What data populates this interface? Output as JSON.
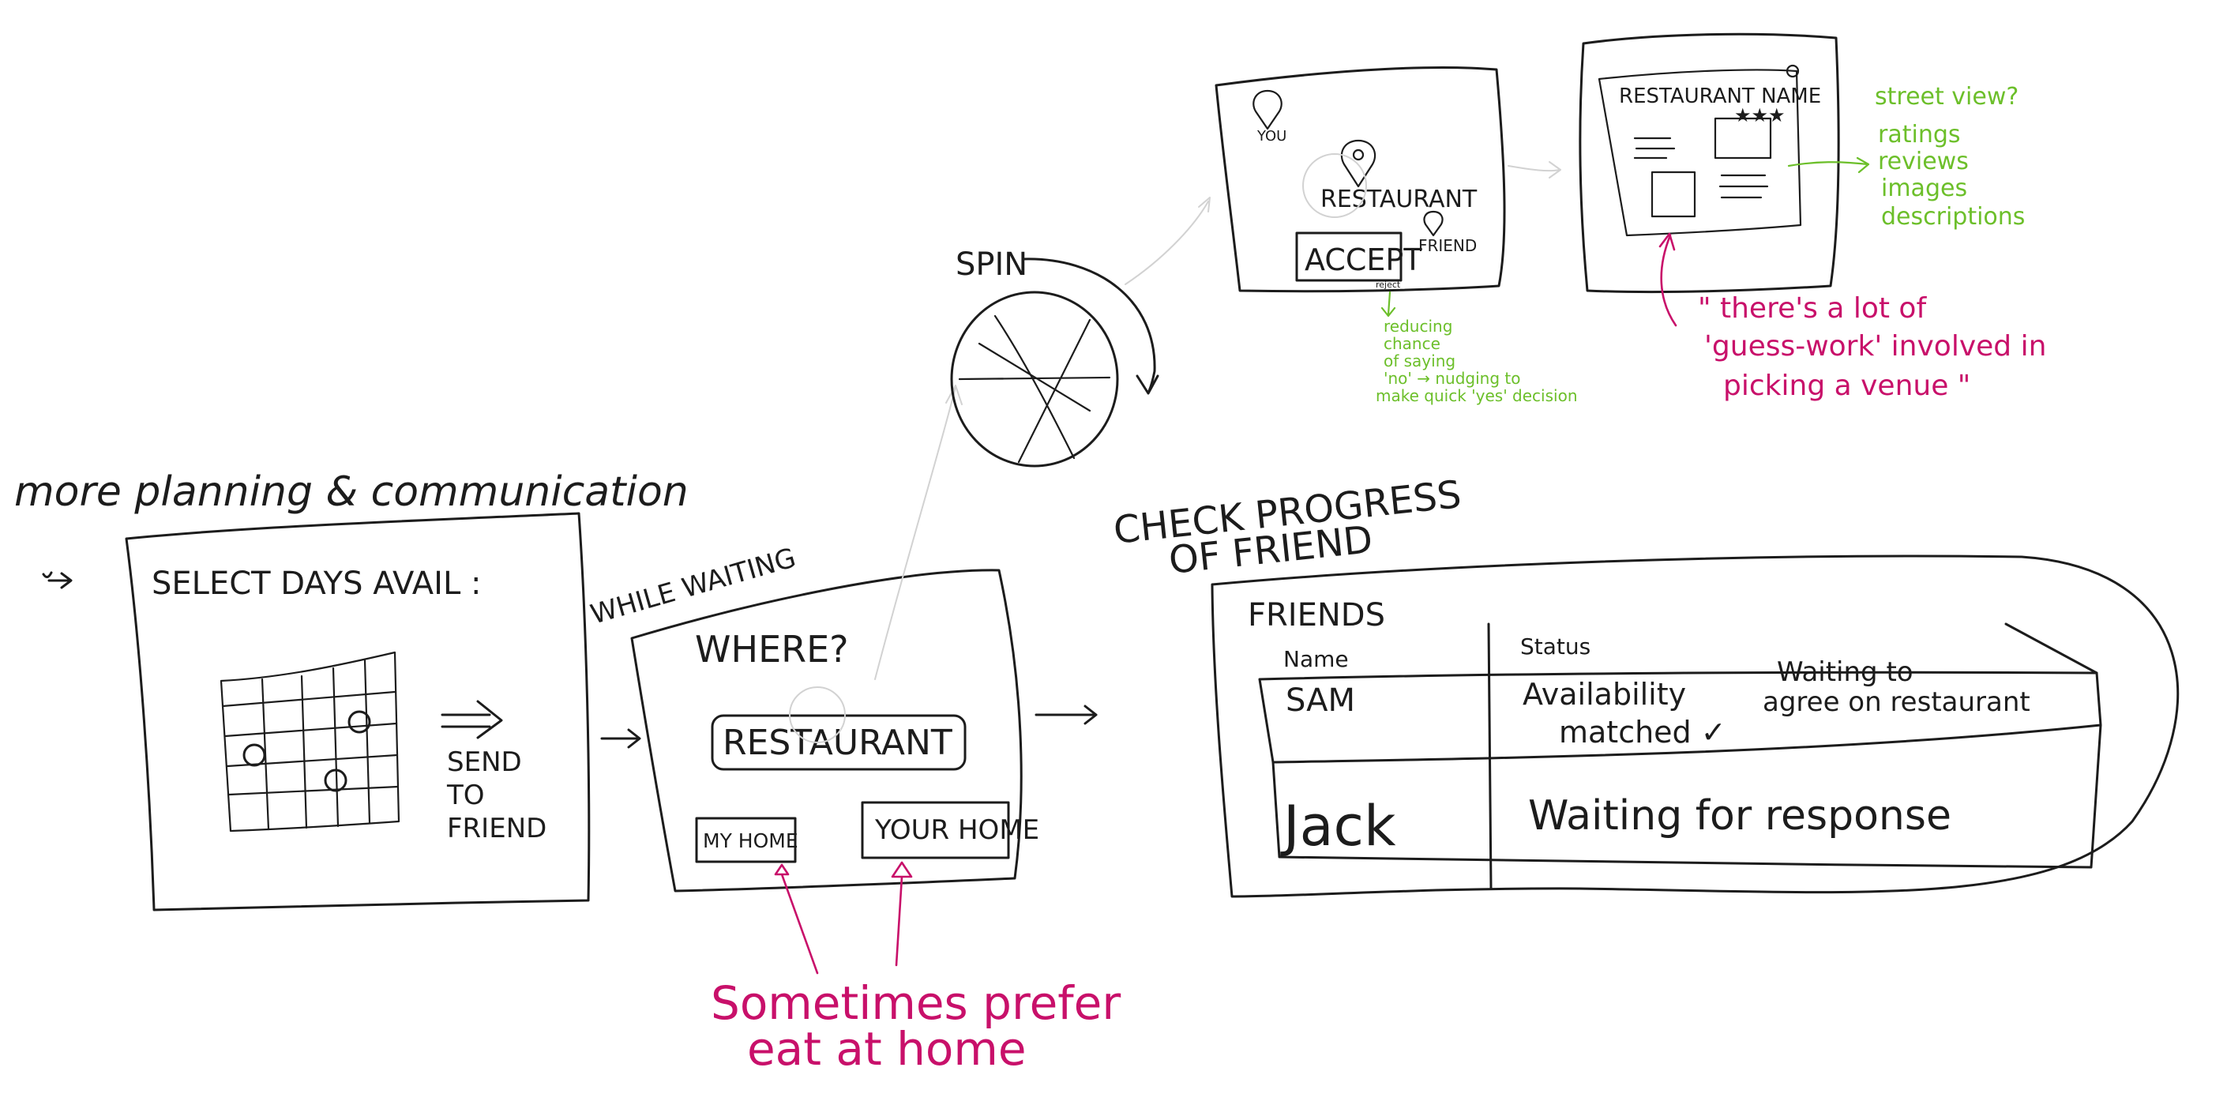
{
  "heading": "more planning & communication",
  "screen1": {
    "title": "SELECT DAYS AVAIL :",
    "send_label": [
      "SEND",
      "TO",
      "FRIEND"
    ]
  },
  "while_waiting": "WHILE WAITING",
  "screen2": {
    "title": "WHERE?",
    "restaurant_button": "RESTAURANT",
    "my_home_button": "MY HOME",
    "your_home_button": "YOUR HOME"
  },
  "note_home": [
    "Sometimes prefer",
    "eat at home"
  ],
  "spin_label": "SPIN",
  "screen3": {
    "you_label": "YOU",
    "restaurant_label": "RESTAURANT",
    "friend_label": "FRIEND",
    "accept_button": "ACCEPT",
    "reject_label": "reject"
  },
  "note_accept": [
    "reducing",
    "chance",
    "of saying",
    "'no' → nudging to",
    "make quick 'yes' decision"
  ],
  "screen4": {
    "title": "RESTAURANT NAME",
    "stars": "★★★"
  },
  "note_details": [
    "street view?",
    "ratings",
    "reviews",
    "images",
    "descriptions"
  ],
  "note_quote": [
    "\" there's a lot of",
    "'guess-work' involved in",
    "picking a venue \""
  ],
  "check_progress": [
    "CHECK PROGRESS",
    "OF FRIEND"
  ],
  "friends_panel": {
    "title": "FRIENDS",
    "col_name": "Name",
    "col_status": "Status",
    "rows": [
      {
        "name": "SAM",
        "status_a": "Availability",
        "status_b": "matched ✓",
        "status_c": "Waiting to",
        "status_d": "agree on restaurant"
      },
      {
        "name": "Jack",
        "status_a": "Waiting for response"
      }
    ]
  },
  "colors": {
    "ink": "#1c1c1c",
    "annotation_pink": "#c8106a",
    "annotation_green": "#6cbf2a",
    "ghost": "#d2d2d2"
  }
}
